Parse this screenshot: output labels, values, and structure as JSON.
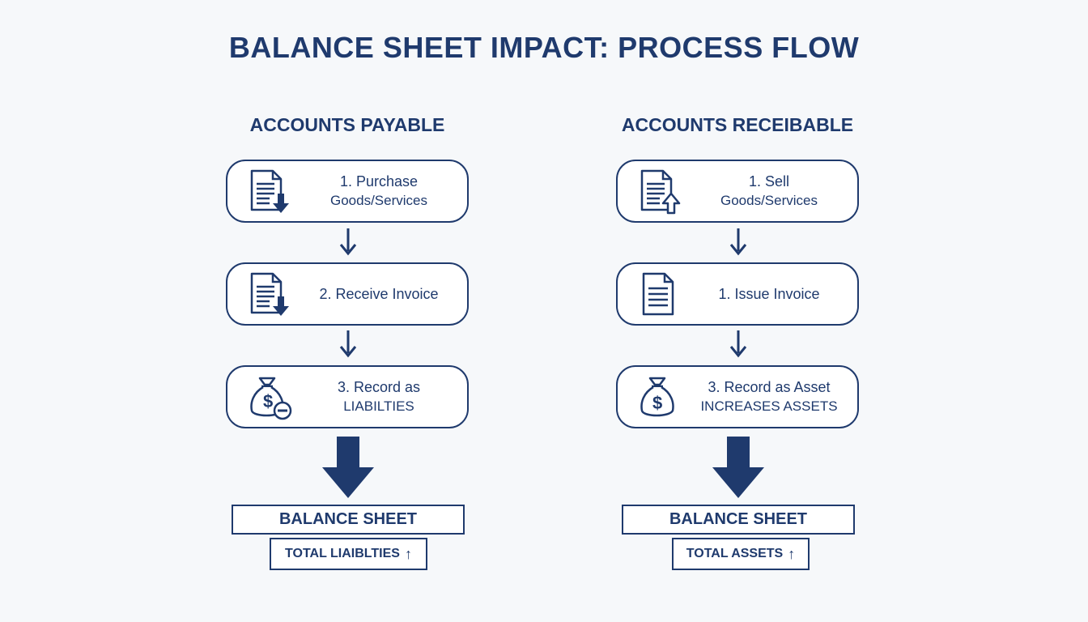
{
  "title": "BALANCE SHEET IMPACT: PROCESS FLOW",
  "colors": {
    "primary": "#1f3a6d",
    "background": "#f6f8fa",
    "box_fill": "#ffffff"
  },
  "columns": {
    "payable": {
      "heading": "ACCOUNTS PAYABLE",
      "steps": [
        {
          "line1": "1. Purchase",
          "line2": "Goods/Services",
          "icon": "document-download-icon"
        },
        {
          "line1": "2. Receive Invoice",
          "line2": "",
          "icon": "document-download-icon"
        },
        {
          "line1": "3. Record as",
          "line2": "LIABILTIES",
          "icon": "money-bag-minus-icon"
        }
      ],
      "balance_sheet": "BALANCE SHEET",
      "total": "TOTAL LIAIBLTIES",
      "total_arrow": "↑"
    },
    "receivable": {
      "heading": "ACCOUNTS RECEIBABLE",
      "steps": [
        {
          "line1": "1. Sell",
          "line2": "Goods/Services",
          "icon": "document-upload-icon"
        },
        {
          "line1": "1. Issue Invoice",
          "line2": "",
          "icon": "document-icon"
        },
        {
          "line1": "3. Record as Asset",
          "line2": "INCREASES ASSETS",
          "icon": "money-bag-icon"
        }
      ],
      "balance_sheet": "BALANCE SHEET",
      "total": "TOTAL ASSETS",
      "total_arrow": "↑"
    }
  }
}
